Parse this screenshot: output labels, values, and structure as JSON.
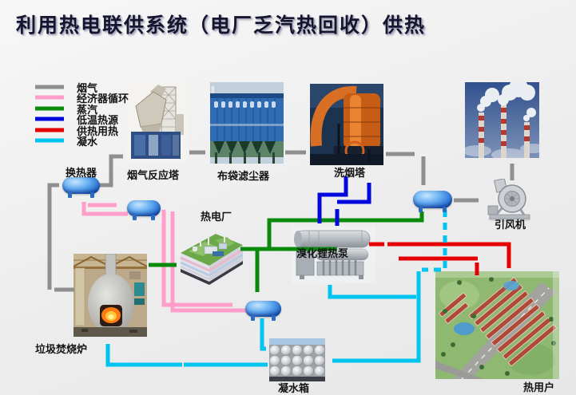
{
  "title": "利用热电联供系统（电厂乏汽热回收）供热",
  "legend": {
    "items": [
      {
        "label": "烟气",
        "color": "#8f8f8f"
      },
      {
        "label": "经济器循环",
        "color": "#ff9ecb"
      },
      {
        "label": "蒸汽",
        "color": "#0a8a0a"
      },
      {
        "label": "低温热源",
        "color": "#0008dd"
      },
      {
        "label": "供热用热",
        "color": "#e60000"
      },
      {
        "label": "凝水",
        "color": "#00c4f0"
      }
    ]
  },
  "equipment": {
    "heat_exchanger": {
      "label": "换热器"
    },
    "flue_gas_reaction_tower": {
      "label": "烟气反应塔"
    },
    "bag_filter": {
      "label": "布袋滤尘器"
    },
    "flue_gas_washing_tower": {
      "label": "洗烟塔"
    },
    "induced_draft_fan": {
      "label": "引风机"
    },
    "thermal_power_plant": {
      "label": "热电厂"
    },
    "libr_heat_pump": {
      "label": "溴化锂热泵"
    },
    "waste_incinerator": {
      "label": "垃圾焚烧炉"
    },
    "condensate_tank": {
      "label": "凝水箱"
    },
    "heat_users": {
      "label": "热用户"
    }
  }
}
